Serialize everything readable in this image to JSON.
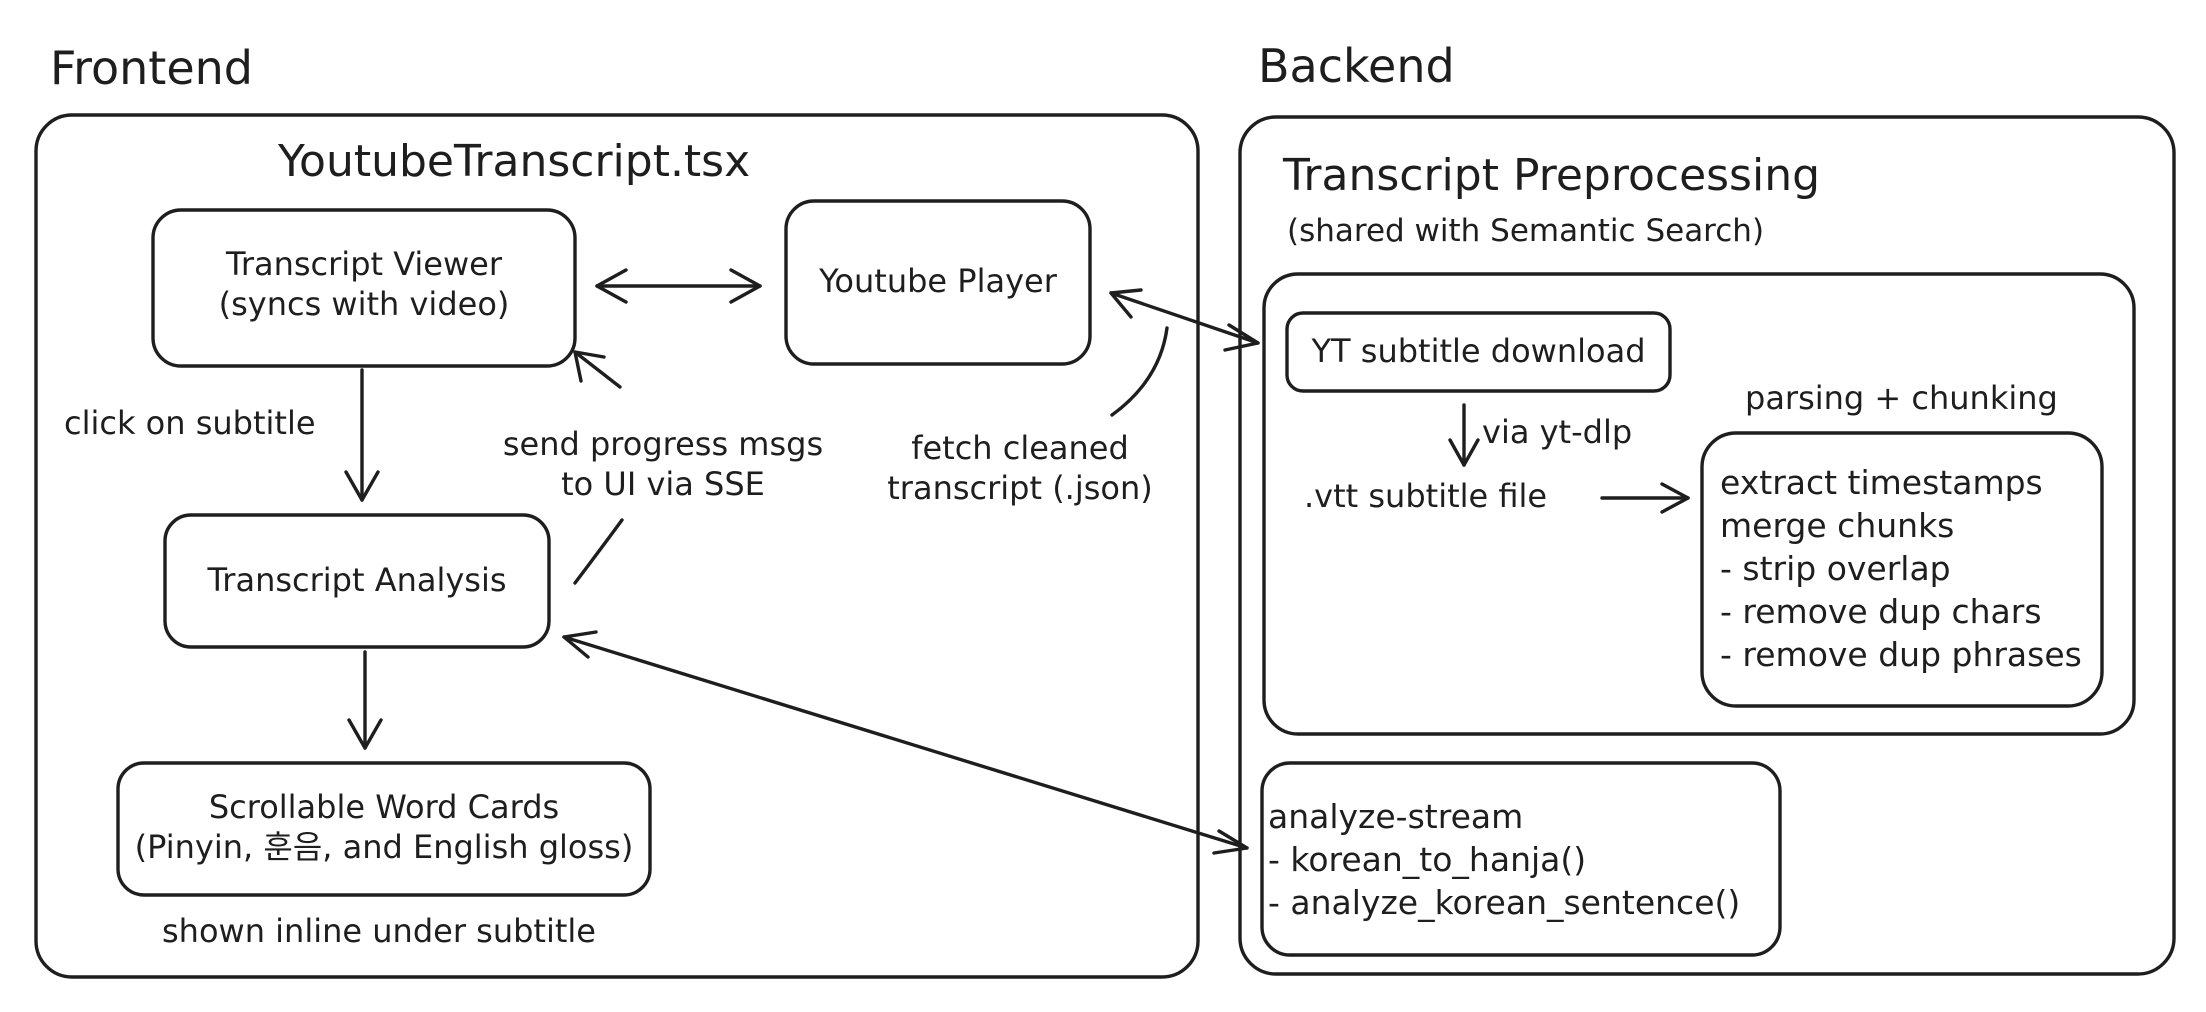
{
  "sections": {
    "frontend": "Frontend",
    "backend": "Backend"
  },
  "frontend": {
    "title": "YoutubeTranscript.tsx",
    "transcript_viewer": [
      "Transcript Viewer",
      "(syncs with video)"
    ],
    "youtube_player": "Youtube Player",
    "transcript_analysis": "Transcript Analysis",
    "word_cards": [
      "Scrollable Word Cards",
      "(Pinyin, 훈음, and English gloss)"
    ],
    "labels": {
      "click_on_subtitle": "click on subtitle",
      "send_progress": [
        "send progress msgs",
        "to UI via SSE"
      ],
      "fetch_cleaned": [
        "fetch cleaned",
        "transcript (.json)"
      ],
      "shown_inline": "shown inline under subtitle"
    }
  },
  "backend": {
    "title": "Transcript Preprocessing",
    "subtitle": "(shared with Semantic Search)",
    "yt_download": "YT subtitle download",
    "via_ytdlp": "via yt-dlp",
    "vtt_file": ".vtt subtitle file",
    "parsing_label": "parsing + chunking",
    "parsing_steps": [
      "extract timestamps",
      "merge chunks",
      "- strip overlap",
      "- remove dup chars",
      "- remove dup phrases"
    ],
    "analyze_stream": [
      "analyze-stream",
      "- korean_to_hanja()",
      "- analyze_korean_sentence()"
    ]
  }
}
